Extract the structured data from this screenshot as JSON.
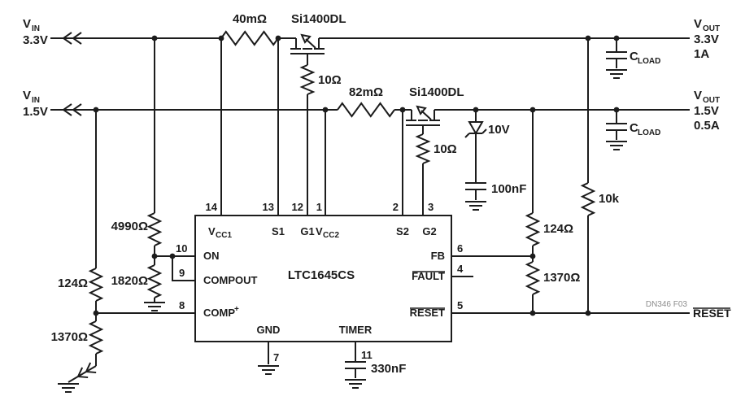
{
  "meta": {
    "note": "DN346 F03"
  },
  "colors": {
    "wire": "#1c1c1c",
    "note_text": "#8c8c8c",
    "background": "#ffffff"
  },
  "rails": {
    "vin_3v3": {
      "sym": "V",
      "sub": "IN",
      "value": "3.3V"
    },
    "vin_1v5": {
      "sym": "V",
      "sub": "IN",
      "value": "1.5V"
    },
    "vout_3v3": {
      "sym": "V",
      "sub": "OUT",
      "value": "3.3V",
      "current": "1A"
    },
    "vout_1v5": {
      "sym": "V",
      "sub": "OUT",
      "value": "1.5V",
      "current": "0.5A"
    },
    "reset_out": "RESET"
  },
  "components": {
    "rsense_3v3": "40mΩ",
    "q1": "Si1400DL",
    "rgate_q1": "10Ω",
    "rsense_1v5": "82mΩ",
    "q2": "Si1400DL",
    "rgate_q2": "10Ω",
    "zener": "10V",
    "c_gate": "100nF",
    "r_on_top": "4990Ω",
    "r_on_bottom": "1820Ω",
    "r_comp_top": "124Ω",
    "r_comp_bottom": "1370Ω",
    "r_fb_top": "124Ω",
    "r_fb_bottom": "1370Ω",
    "r_pullup": "10k",
    "c_load_sym": "C",
    "c_load_sub": "LOAD",
    "c_timer": "330nF"
  },
  "ic": {
    "part": "LTC1645CS",
    "pins": {
      "vcc1": {
        "num": "14",
        "sym": "V",
        "sub": "CC1"
      },
      "s1": {
        "num": "13",
        "label": "S1"
      },
      "g1": {
        "num": "12",
        "label": "G1"
      },
      "vcc2": {
        "num": "1",
        "sym": "V",
        "sub": "CC2"
      },
      "s2": {
        "num": "2",
        "label": "S2"
      },
      "g2": {
        "num": "3",
        "label": "G2"
      },
      "on": {
        "num": "10",
        "label": "ON"
      },
      "compout": {
        "num": "9",
        "label": "COMPOUT"
      },
      "comp": {
        "num": "8",
        "label": "COMP",
        "sup": "+"
      },
      "fb": {
        "num": "6",
        "label": "FB"
      },
      "fault": {
        "num": "4",
        "label": "FAULT"
      },
      "reset": {
        "num": "5",
        "label": "RESET"
      },
      "gnd": {
        "num": "7",
        "label": "GND"
      },
      "timer": {
        "num": "11",
        "label": "TIMER"
      }
    }
  }
}
